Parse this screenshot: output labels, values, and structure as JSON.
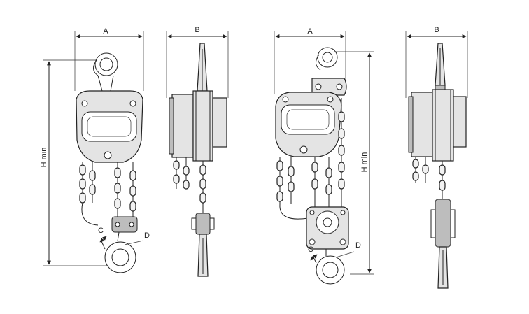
{
  "labels": {
    "width_a": "A",
    "width_b": "B",
    "height_min": "H min",
    "dim_c": "C",
    "dim_d": "D"
  }
}
